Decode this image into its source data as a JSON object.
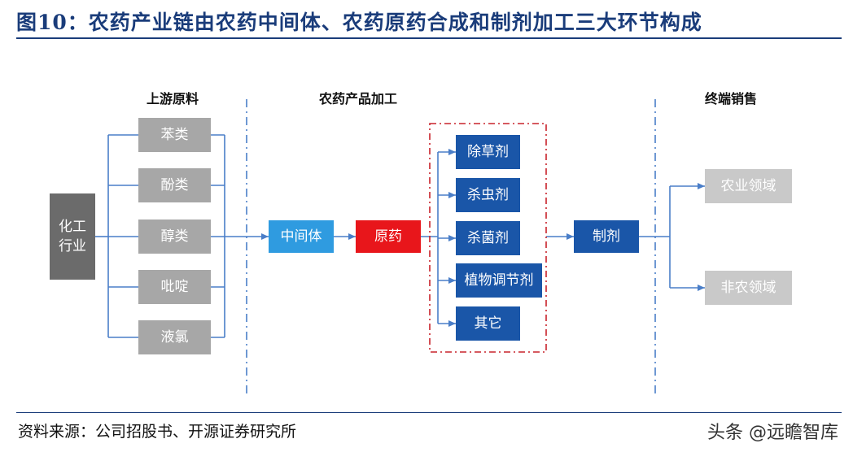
{
  "title": "图10：农药产业链由农药中间体、农药原药合成和制剂加工三大环节构成",
  "headers": {
    "upstream": "上游原料",
    "processing": "农药产品加工",
    "downstream": "终端销售"
  },
  "industry": {
    "line1": "化工",
    "line2": "行业"
  },
  "raw_materials": [
    "苯类",
    "酚类",
    "醇类",
    "吡啶",
    "液氯"
  ],
  "intermediate": "中间体",
  "technical": "原药",
  "products": [
    "除草剂",
    "杀虫剂",
    "杀菌剂",
    "植物调节剂",
    "其它"
  ],
  "formulation": "制剂",
  "end_uses": [
    "农业领域",
    "非农领域"
  ],
  "source": "资料来源：公司招股书、开源证券研究所",
  "watermark": "头条 @远瞻智库",
  "colors": {
    "title": "#1a3c7a",
    "arrow": "#4a7ec8",
    "dark_blue": "#1a56a8",
    "light_blue": "#2f9be0",
    "red": "#e8161b",
    "gray": "#a7a7a7",
    "dark_gray": "#6b6b6b",
    "light_gray": "#c9c9c9",
    "dashed_frame": "#c8232b"
  }
}
